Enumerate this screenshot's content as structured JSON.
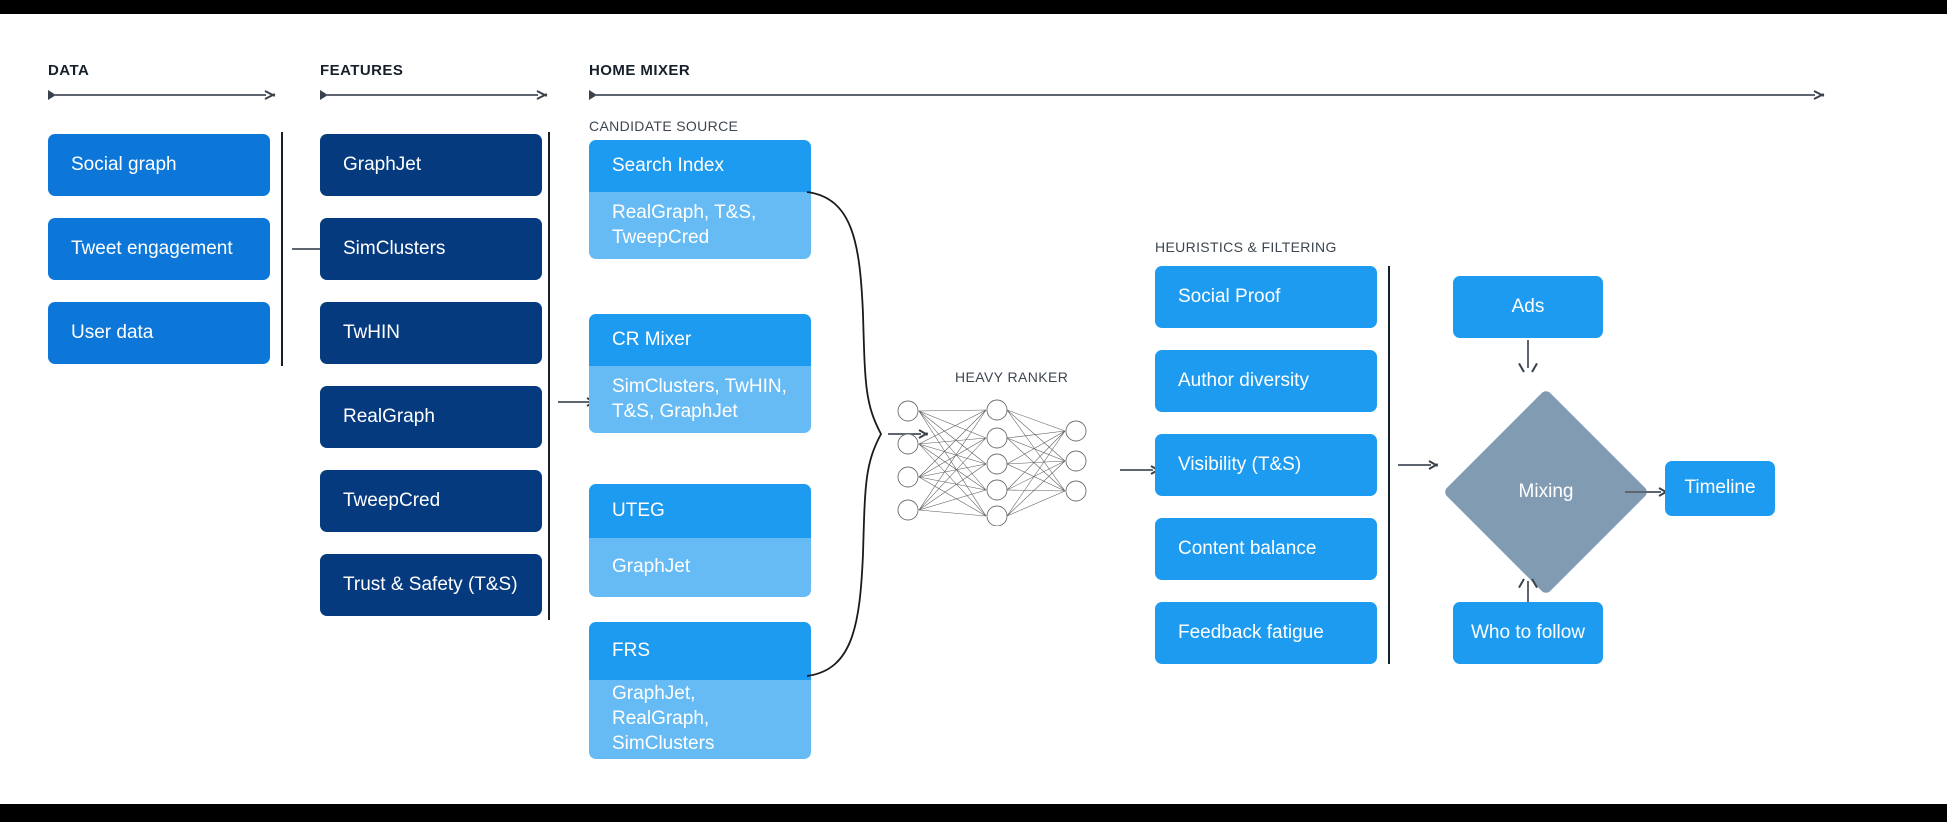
{
  "sections": {
    "data": {
      "label": "DATA"
    },
    "features": {
      "label": "FEATURES"
    },
    "home_mixer": {
      "label": "HOME MIXER"
    },
    "candidate_source": {
      "label": "CANDIDATE SOURCE"
    },
    "heavy_ranker": {
      "label": "HEAVY RANKER"
    },
    "heuristics": {
      "label": "HEURISTICS & FILTERING"
    }
  },
  "data_items": [
    {
      "label": "Social graph"
    },
    {
      "label": "Tweet engagement"
    },
    {
      "label": "User data"
    }
  ],
  "feature_items": [
    {
      "label": "GraphJet"
    },
    {
      "label": "SimClusters"
    },
    {
      "label": "TwHIN"
    },
    {
      "label": "RealGraph"
    },
    {
      "label": "TweepCred"
    },
    {
      "label": "Trust & Safety (T&S)"
    }
  ],
  "candidate_sources": [
    {
      "title": "Search Index",
      "features": "RealGraph, T&S,\nTweepCred"
    },
    {
      "title": "CR Mixer",
      "features": "SimClusters, TwHIN,\nT&S, GraphJet"
    },
    {
      "title": "UTEG",
      "features": "GraphJet"
    },
    {
      "title": "FRS",
      "features": "GraphJet, RealGraph,\nSimClusters"
    }
  ],
  "heuristic_items": [
    {
      "label": "Social Proof"
    },
    {
      "label": "Author diversity"
    },
    {
      "label": "Visibility (T&S)"
    },
    {
      "label": "Content balance"
    },
    {
      "label": "Feedback fatigue"
    }
  ],
  "mixing": {
    "label": "Mixing",
    "ads_label": "Ads",
    "who_to_follow_label": "Who to follow",
    "timeline_label": "Timeline"
  },
  "neural_net": {
    "input_nodes": 4,
    "hidden_nodes": 5,
    "output_nodes": 3
  },
  "colors": {
    "blue": "#0c77d8",
    "navy": "#063a7e",
    "twitter_blue": "#1d9bf0",
    "light_blue": "#67bbf5",
    "gray_blue": "#819bb3",
    "rule": "#5d6670",
    "background": "#ffffff"
  }
}
